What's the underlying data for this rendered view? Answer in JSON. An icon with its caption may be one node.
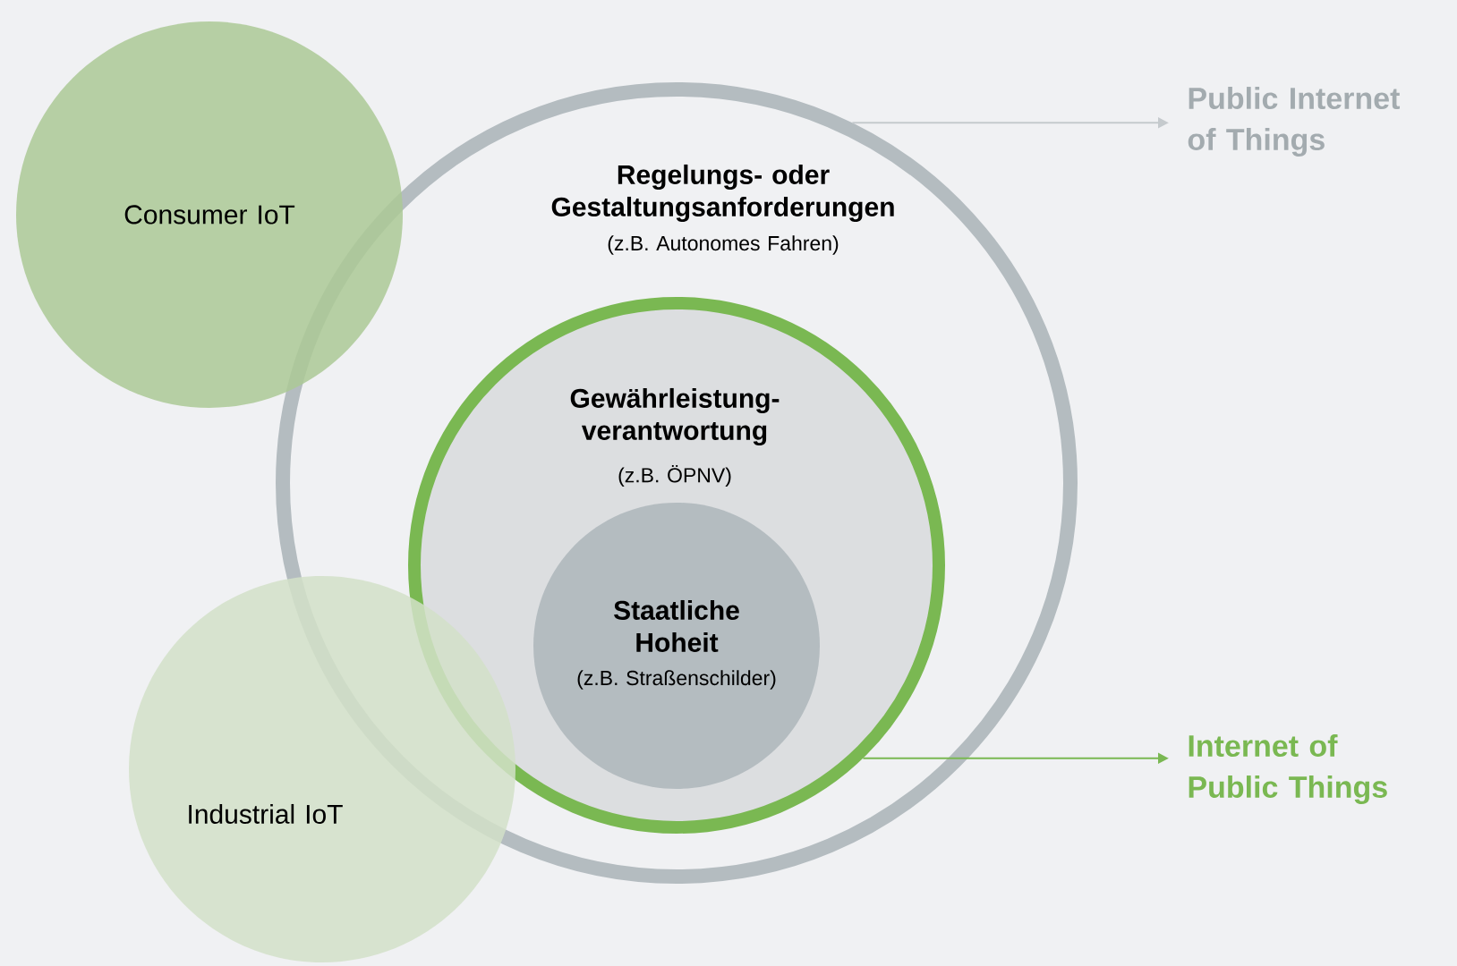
{
  "diagram": {
    "nodes": [
      {
        "text": [
          "Consumer IoT"
        ]
      },
      {
        "text": [
          "Public Internet of Things"
        ]
      },
      {
        "text": [
          "Regelungs- oder Gestaltungsanforderungen",
          "(z.B. Autonomes Fahren)"
        ]
      },
      {
        "text": [
          "Gewährleistung- verantwortung",
          "(z.B. ÖPNV)"
        ],
        "in": 2
      },
      {
        "text": [
          "Staatliche Hoheit",
          "(z.B. Straßenschilder)"
        ],
        "in": 3
      },
      {
        "text": [
          "Internet of Public Things"
        ]
      },
      {
        "text": [
          "Industrial IoT"
        ]
      }
    ],
    "edges": [
      {
        "from": 2,
        "to": 1,
        "arrow": "to",
        "color": "#c5cacd"
      },
      {
        "from": 3,
        "to": 5,
        "arrow": "to",
        "color": "#7ab852"
      }
    ]
  }
}
